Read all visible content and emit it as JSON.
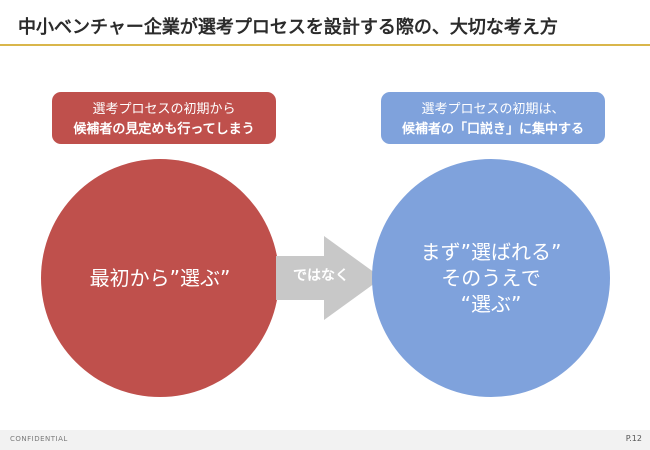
{
  "slide": {
    "title": "中小ベンチャー企業が選考プロセスを設計する際の、大切な考え方",
    "accent_color": "#d9b64b"
  },
  "left": {
    "callout_line1": "選考プロセスの初期から",
    "callout_line2": "候補者の見定めも行ってしまう",
    "circle_text": "最初から”選ぶ”",
    "color": "#bf504c"
  },
  "arrow": {
    "label": "ではなく",
    "color": "#c8c8c8"
  },
  "right": {
    "callout_line1": "選考プロセスの初期は、",
    "callout_line2": "候補者の「口説き」に集中する",
    "circle_line1": "まず”選ばれる”",
    "circle_line2": "そのうえで",
    "circle_line3": "“選ぶ”",
    "color": "#7fa2dc"
  },
  "footer": {
    "confidential": "CONFIDENTIAL",
    "page": "P.12"
  }
}
